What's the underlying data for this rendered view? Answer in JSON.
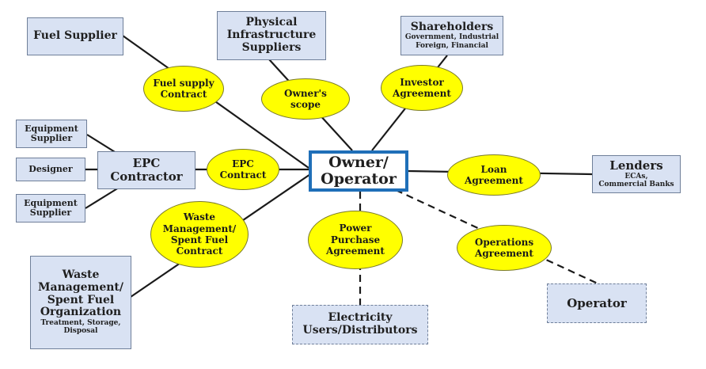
{
  "owner": {
    "line1": "Owner/",
    "line2": "Operator"
  },
  "parties": {
    "fuel_supplier": "Fuel Supplier",
    "infrastructure": {
      "line1": "Physical",
      "line2": "Infrastructure",
      "line3": "Suppliers"
    },
    "shareholders": {
      "title": "Shareholders",
      "sub1": "Government, Industrial",
      "sub2": "Foreign, Financial"
    },
    "equipment_supplier_top": {
      "line1": "Equipment",
      "line2": "Supplier"
    },
    "designer": "Designer",
    "equipment_supplier_bottom": {
      "line1": "Equipment",
      "line2": "Supplier"
    },
    "epc_contractor": {
      "line1": "EPC",
      "line2": "Contractor"
    },
    "lenders": {
      "title": "Lenders",
      "sub1": "ECAs,",
      "sub2": "Commercial Banks"
    },
    "waste_org": {
      "line1": "Waste",
      "line2": "Management/",
      "line3": "Spent Fuel",
      "line4": "Organization",
      "sub1": "Treatment, Storage,",
      "sub2": "Disposal"
    },
    "electricity_users": {
      "line1": "Electricity",
      "line2": "Users/Distributors"
    },
    "operator": "Operator"
  },
  "agreements": {
    "fuel_supply": {
      "line1": "Fuel supply",
      "line2": "Contract"
    },
    "owners_scope": {
      "line1": "Owner's",
      "line2": "scope"
    },
    "investor": {
      "line1": "Investor",
      "line2": "Agreement"
    },
    "epc": {
      "line1": "EPC",
      "line2": "Contract"
    },
    "loan": {
      "line1": "Loan",
      "line2": "Agreement"
    },
    "waste": {
      "line1": "Waste",
      "line2": "Management/",
      "line3": "Spent Fuel",
      "line4": "Contract"
    },
    "power_purchase": {
      "line1": "Power",
      "line2": "Purchase",
      "line3": "Agreement"
    },
    "operations": {
      "line1": "Operations",
      "line2": "Agreement"
    }
  },
  "colors": {
    "party_fill": "#d9e2f3",
    "agreement_fill": "#ffff00",
    "owner_border": "#1f6fb8",
    "line": "#1a1a1a"
  }
}
